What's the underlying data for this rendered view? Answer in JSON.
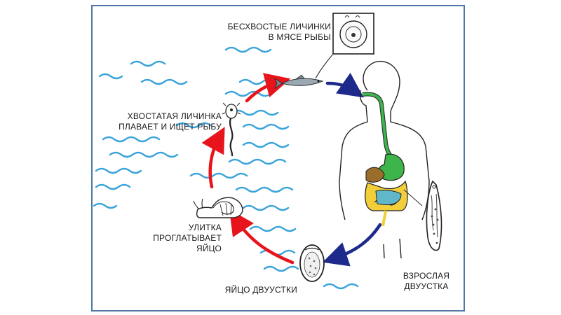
{
  "labels": {
    "tailless_larvae": [
      "БЕСХВОСТЫЕ ЛИЧИНКИ",
      "В МЯСЕ РЫБЫ"
    ],
    "tailed_larva": [
      "ХВОСТАТАЯ ЛИЧИНКА",
      "ПЛАВАЕТ И ИЩЕТ РЫБУ"
    ],
    "snail": [
      "УЛИТКА",
      "ПРОГЛАТЫВАЕТ",
      "ЯЙЦО"
    ],
    "egg": [
      "ЯЙЦО ДВУУСТКИ"
    ],
    "adult": [
      "ВЗРОСЛАЯ",
      "ДВУУСТКА"
    ]
  },
  "colors": {
    "frame": "#4f78a2",
    "water": "#3aa3da",
    "arrow_red": "#e8141c",
    "arrow_blue": "#1d2a8c",
    "esophagus": "#3db54a",
    "intestine_yellow": "#f2cf3a",
    "intestine_teal": "#5fb7c9",
    "liver": "#9a6e2a"
  }
}
